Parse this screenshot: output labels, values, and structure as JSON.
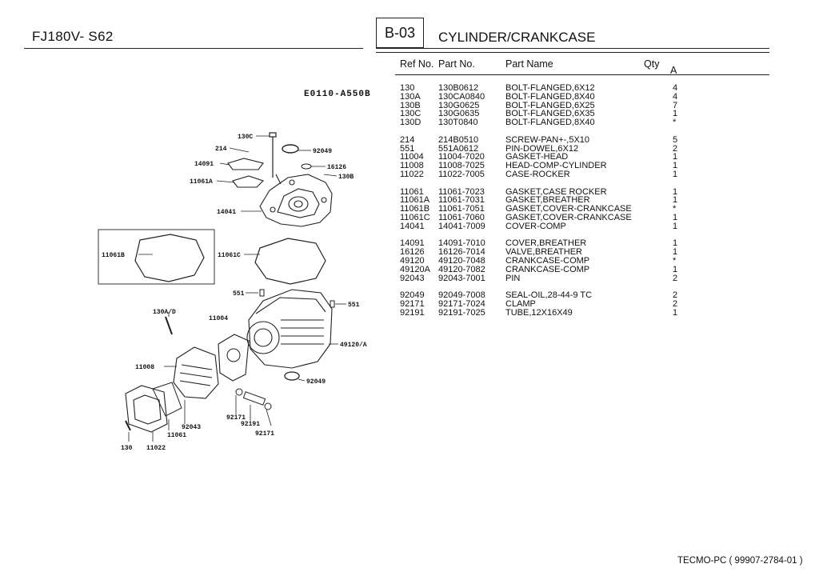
{
  "header": {
    "model": "FJ180V- S62",
    "section_code": "B-03",
    "section_title": "CYLINDER/CRANKCASE"
  },
  "table_headers": {
    "ref_no": "Ref No.",
    "part_no": "Part No.",
    "part_name": "Part Name",
    "qty": "Qty",
    "qty_col": "A"
  },
  "parts": [
    [
      {
        "ref": "130",
        "part_no": "130B0612",
        "name": "BOLT-FLANGED,6X12",
        "qty": "4"
      },
      {
        "ref": "130A",
        "part_no": "130CA0840",
        "name": "BOLT-FLANGED,8X40",
        "qty": "4"
      },
      {
        "ref": "130B",
        "part_no": "130G0625",
        "name": "BOLT-FLANGED,6X25",
        "qty": "7"
      },
      {
        "ref": "130C",
        "part_no": "130G0635",
        "name": "BOLT-FLANGED,6X35",
        "qty": "1"
      },
      {
        "ref": "130D",
        "part_no": "130T0840",
        "name": "BOLT-FLANGED,8X40",
        "qty": "*"
      }
    ],
    [
      {
        "ref": "214",
        "part_no": "214B0510",
        "name": "SCREW-PAN+-,5X10",
        "qty": "5"
      },
      {
        "ref": "551",
        "part_no": "551A0612",
        "name": "PIN-DOWEL,6X12",
        "qty": "2"
      },
      {
        "ref": "11004",
        "part_no": "11004-7020",
        "name": "GASKET-HEAD",
        "qty": "1"
      },
      {
        "ref": "11008",
        "part_no": "11008-7025",
        "name": "HEAD-COMP-CYLINDER",
        "qty": "1"
      },
      {
        "ref": "11022",
        "part_no": "11022-7005",
        "name": "CASE-ROCKER",
        "qty": "1"
      }
    ],
    [
      {
        "ref": "11061",
        "part_no": "11061-7023",
        "name": "GASKET,CASE ROCKER",
        "qty": "1"
      },
      {
        "ref": "11061A",
        "part_no": "11061-7031",
        "name": "GASKET,BREATHER",
        "qty": "1"
      },
      {
        "ref": "11061B",
        "part_no": "11061-7051",
        "name": "GASKET,COVER-CRANKCASE",
        "qty": "*"
      },
      {
        "ref": "11061C",
        "part_no": "11061-7060",
        "name": "GASKET,COVER-CRANKCASE",
        "qty": "1"
      },
      {
        "ref": "14041",
        "part_no": "14041-7009",
        "name": "COVER-COMP",
        "qty": "1"
      }
    ],
    [
      {
        "ref": "14091",
        "part_no": "14091-7010",
        "name": "COVER,BREATHER",
        "qty": "1"
      },
      {
        "ref": "16126",
        "part_no": "16126-7014",
        "name": "VALVE,BREATHER",
        "qty": "1"
      },
      {
        "ref": "49120",
        "part_no": "49120-7048",
        "name": "CRANKCASE-COMP",
        "qty": "*"
      },
      {
        "ref": "49120A",
        "part_no": "49120-7082",
        "name": "CRANKCASE-COMP",
        "qty": "1"
      },
      {
        "ref": "92043",
        "part_no": "92043-7001",
        "name": "PIN",
        "qty": "2"
      }
    ],
    [
      {
        "ref": "92049",
        "part_no": "92049-7008",
        "name": "SEAL-OIL,28-44-9 TC",
        "qty": "2"
      },
      {
        "ref": "92171",
        "part_no": "92171-7024",
        "name": "CLAMP",
        "qty": "2"
      },
      {
        "ref": "92191",
        "part_no": "92191-7025",
        "name": "TUBE,12X16X49",
        "qty": "1"
      }
    ]
  ],
  "diagram": {
    "code": "E0110-A550B",
    "callouts": {
      "c130c": "130C",
      "c214": "214",
      "c92049a": "92049",
      "c14091": "14091",
      "c16126": "16126",
      "c130b": "130B",
      "c11061a": "11061A",
      "c14041": "14041",
      "c11061b": "11061B",
      "c11061c": "11061C",
      "c551a": "551",
      "c551b": "551",
      "c130ad": "130A/D",
      "c11004": "11004",
      "c49120a": "49120/A",
      "c11008": "11008",
      "c92049b": "92049",
      "c92171a": "92171",
      "c92191": "92191",
      "c92043": "92043",
      "c92171b": "92171",
      "c11061": "11061",
      "c130": "130",
      "c11022": "11022"
    }
  },
  "footer": "TECMO-PC ( 99907-2784-01 )"
}
